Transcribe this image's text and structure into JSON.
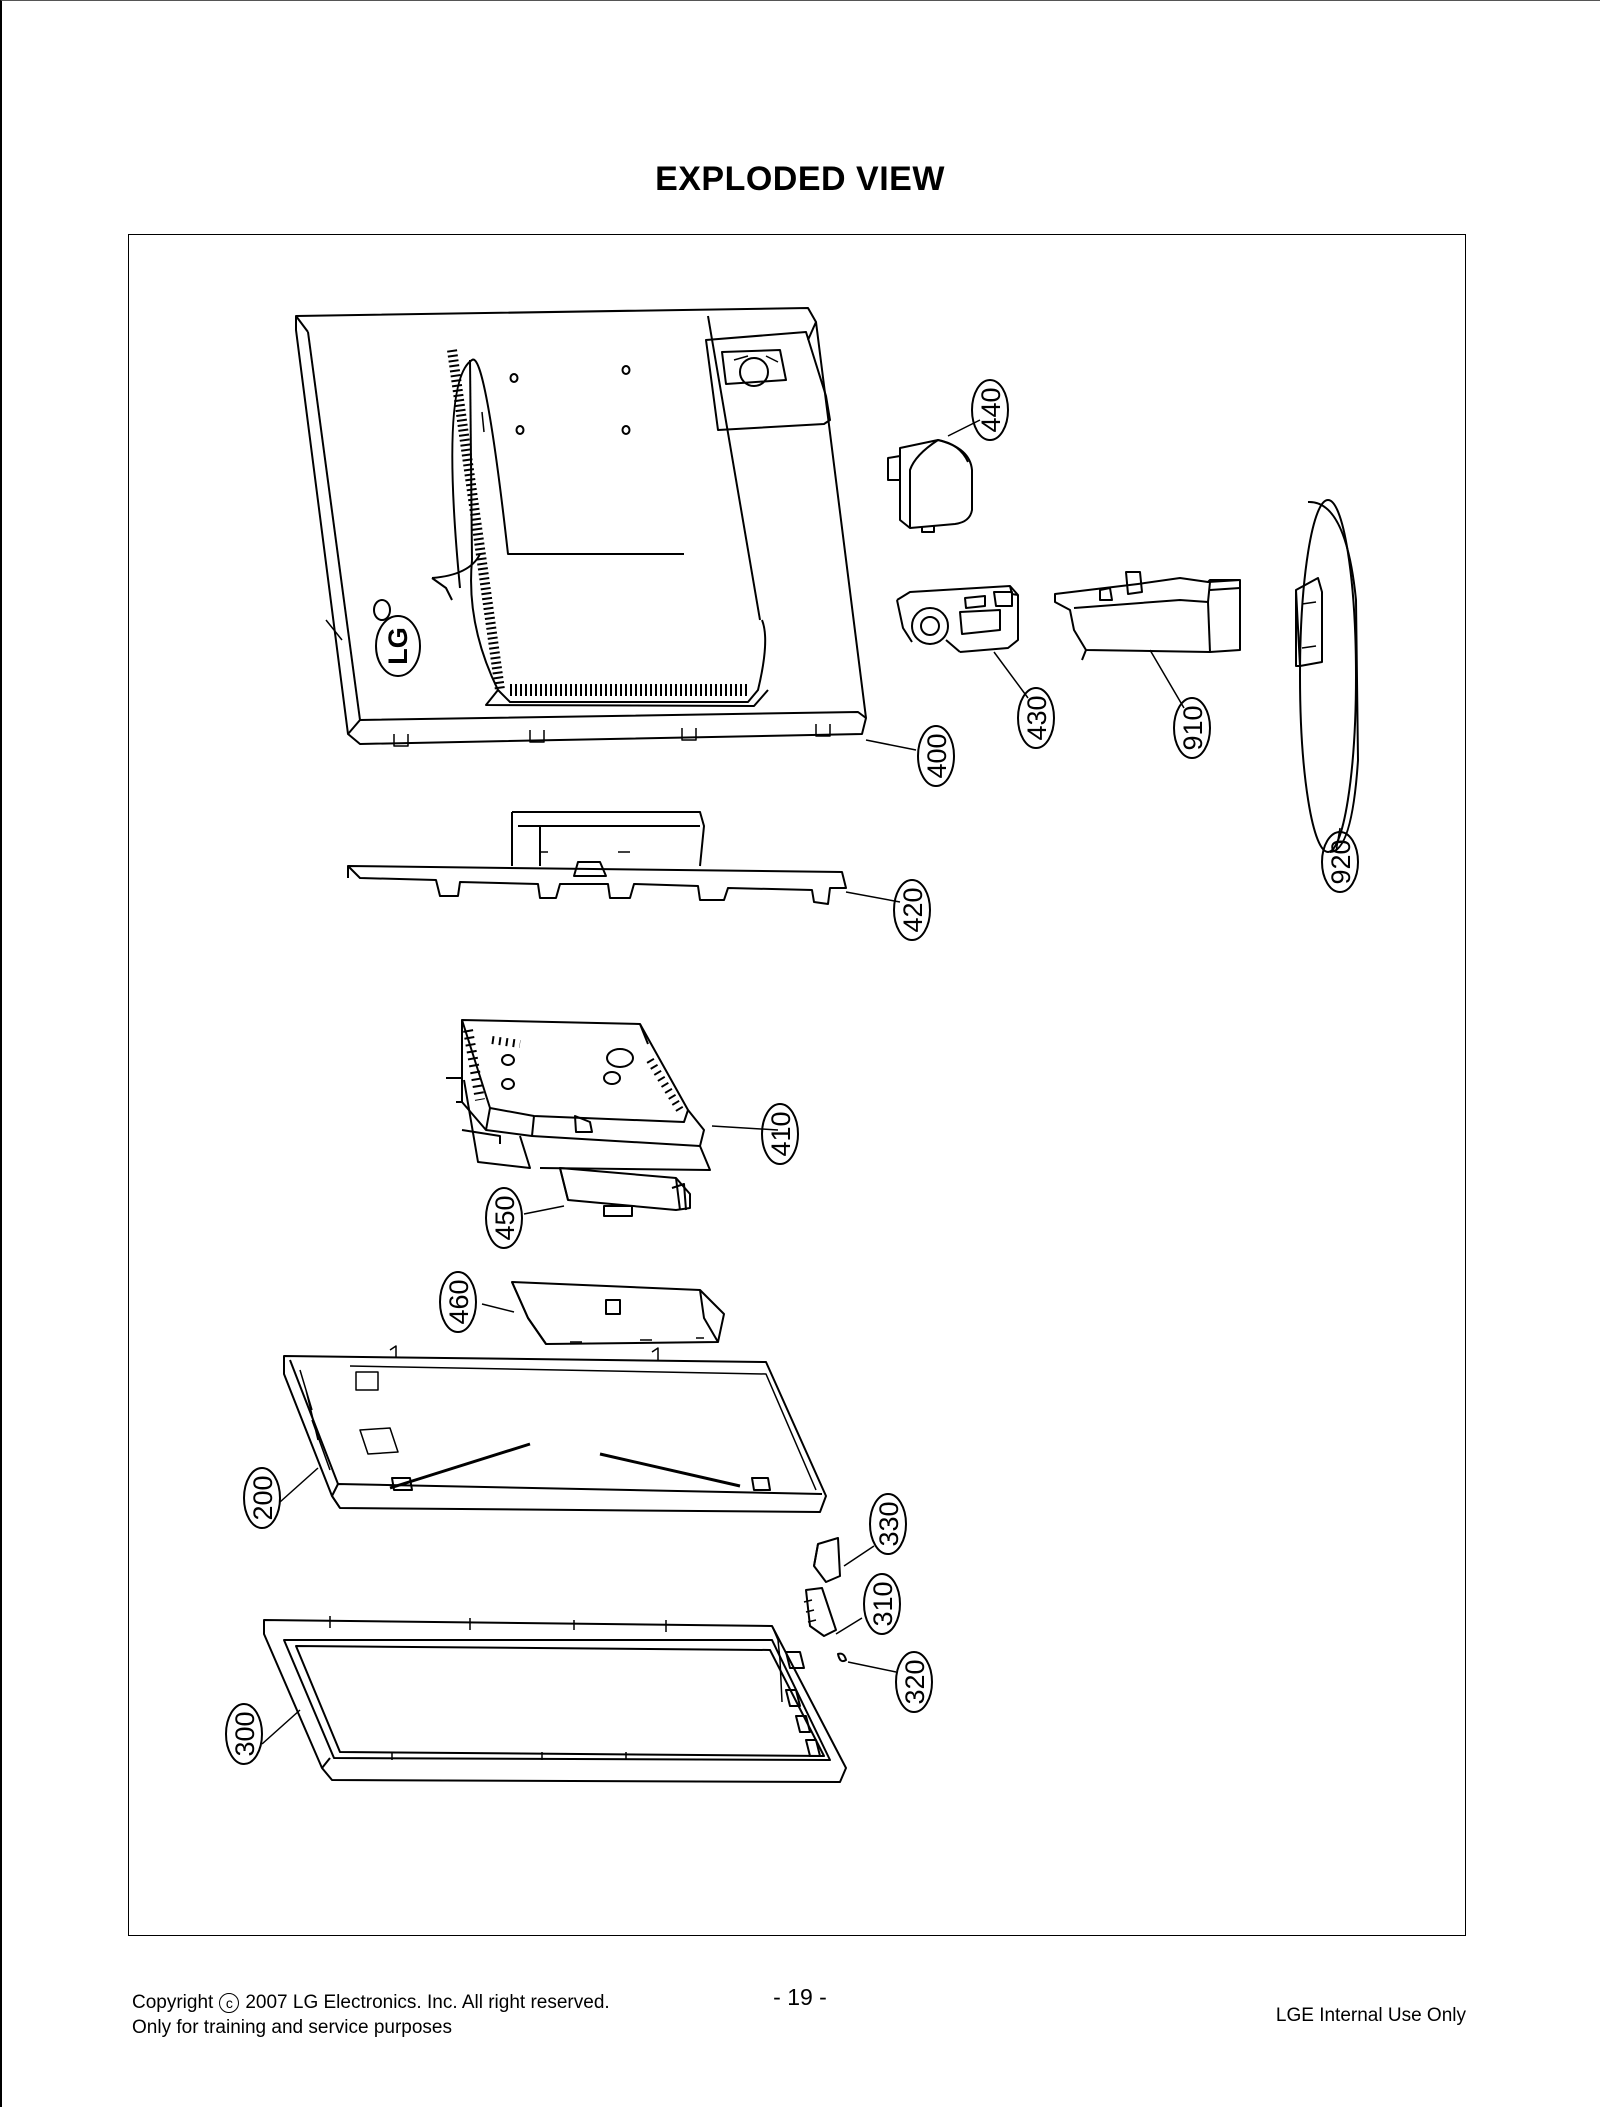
{
  "header": {
    "title": "EXPLODED VIEW"
  },
  "callouts": [
    "440",
    "400",
    "430",
    "910",
    "920",
    "420",
    "410",
    "450",
    "460",
    "200",
    "330",
    "310",
    "320",
    "300"
  ],
  "footer": {
    "copyright_prefix": "Copyright",
    "copyright_symbol": "c",
    "copyright_text": "2007 LG Electronics. Inc. All right reserved.",
    "training_note": "Only for training and service purposes",
    "page_number": "- 19 -",
    "internal_note": "LGE Internal Use Only"
  },
  "logo_text": "LG"
}
